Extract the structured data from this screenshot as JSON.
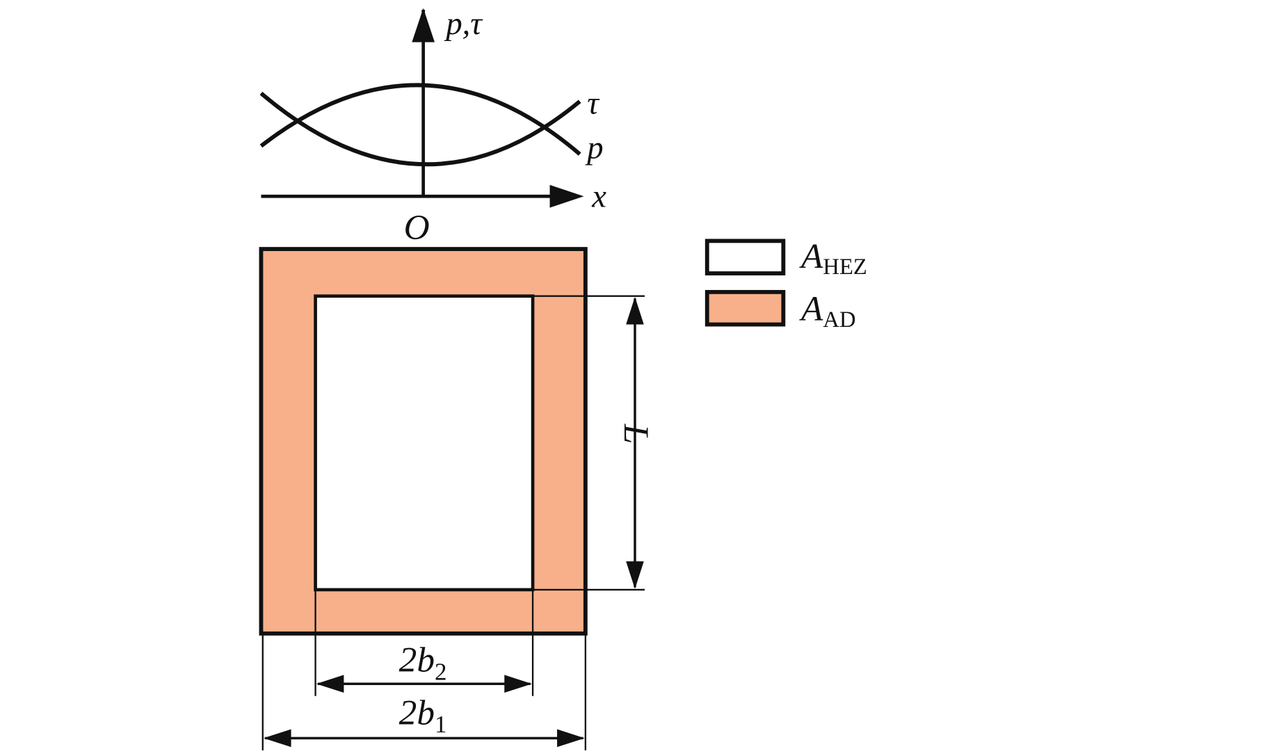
{
  "colors": {
    "line": "#111111",
    "adhesion_fill": "#F7B08A",
    "hez_fill": "#FFFFFF"
  },
  "axes": {
    "y_label": "p,τ",
    "x_label": "x",
    "origin_label": "O"
  },
  "curves": {
    "tau_label": "τ",
    "p_label": "p"
  },
  "dimensions": {
    "length_label": "L",
    "inner_width": {
      "main": "2b",
      "sub": "2"
    },
    "outer_width": {
      "main": "2b",
      "sub": "1"
    }
  },
  "legend": [
    {
      "main": "A",
      "sub": "HEZ"
    },
    {
      "main": "A",
      "sub": "AD"
    }
  ]
}
